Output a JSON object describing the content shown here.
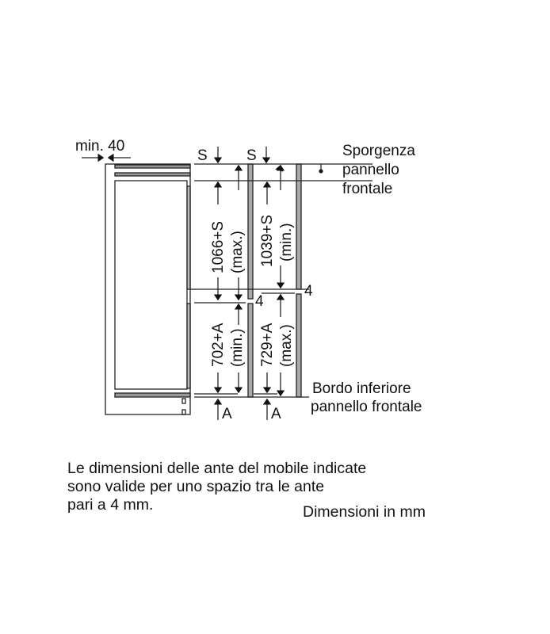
{
  "labels": {
    "min_gap": "min. 40",
    "s_left": "S",
    "s_right": "S",
    "upper_left": "1066+S",
    "upper_left_qual": "(max.)",
    "upper_right": "1039+S",
    "upper_right_qual": "(min.)",
    "lower_left": "702+A",
    "lower_left_qual": "(min.)",
    "lower_right": "729+A",
    "lower_right_qual": "(max.)",
    "gap_left": "4",
    "gap_right": "4",
    "a_left": "A",
    "a_right": "A",
    "protrusion_1": "Sporgenza",
    "protrusion_2": "pannello",
    "protrusion_3": "frontale",
    "bottom_edge_1": "Bordo inferiore",
    "bottom_edge_2": "pannello frontale"
  },
  "note": {
    "line1": "Le dimensioni delle ante del mobile indicate",
    "line2": "sono valide per uno spazio tra le ante",
    "line3": "pari a 4 mm."
  },
  "units": "Dimensioni in mm"
}
